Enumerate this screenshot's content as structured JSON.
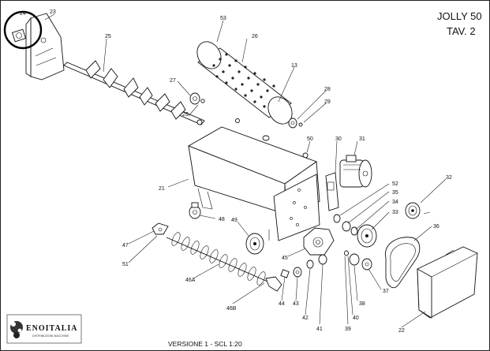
{
  "title": {
    "line1": "JOLLY 50",
    "line2": "TAV. 2"
  },
  "footer": {
    "version": "VERSIONE 1 - SCL 1:20"
  },
  "logo": {
    "brand": "ENOITALIA",
    "tagline": "DISTRIBUZIONI   MACCHINE"
  },
  "labels": {
    "p24": "24",
    "p23": "23",
    "p25": "25",
    "p53": "53",
    "p26": "26",
    "p13": "13",
    "p27": "27",
    "p29a": "29",
    "p28": "28",
    "p29b": "29",
    "p50": "50",
    "p30": "30",
    "p31": "31",
    "p21": "21",
    "p52": "52",
    "p35": "35",
    "p34": "34",
    "p33": "33",
    "p32": "32",
    "p48": "48",
    "p49": "49",
    "p36": "36",
    "p47": "47",
    "p51": "51",
    "p45": "45",
    "p46A": "46A",
    "p37": "37",
    "p44": "44",
    "p43": "43",
    "p38": "38",
    "p46B": "46B",
    "p42": "42",
    "p40": "40",
    "p41": "41",
    "p39": "39",
    "p22": "22"
  },
  "highlight": {
    "color": "#000000",
    "target": "24"
  }
}
